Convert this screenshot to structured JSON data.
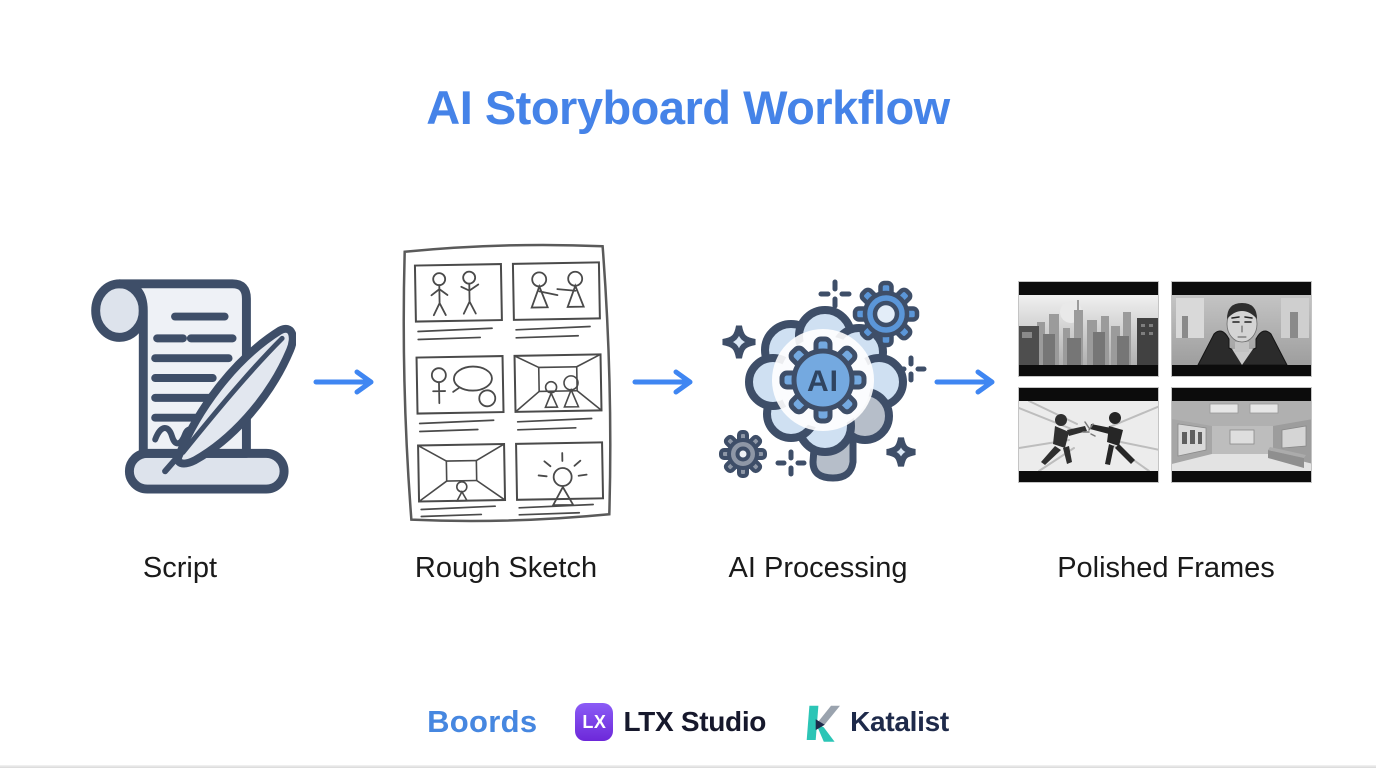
{
  "title": "AI Storyboard Workflow",
  "stages": [
    {
      "label": "Script",
      "icon": "script-scroll-quill-icon"
    },
    {
      "label": "Rough Sketch",
      "icon": "storyboard-sketch-icon"
    },
    {
      "label": "AI Processing",
      "icon": "ai-brain-gears-icon",
      "badge": "AI"
    },
    {
      "label": "Polished Frames",
      "icon": "polished-frames-icon",
      "frames": [
        "city-skyline-frame",
        "character-closeup-frame",
        "action-fight-frame",
        "interior-room-frame"
      ]
    }
  ],
  "footer": {
    "boords": "Boords",
    "ltx_icon_text": "LX",
    "ltx_name": "LTX Studio",
    "katalist_name": "Katalist"
  },
  "colors": {
    "title_blue": "#4583e8",
    "arrow_blue": "#3f86f2",
    "boords_blue": "#4687e0",
    "ltx_purple": "#6d28d9",
    "katalist_teal": "#2cc5b6",
    "katalist_navy": "#1e2a4a",
    "icon_outline_navy": "#3e4e68",
    "label_text": "#1a1a1a"
  }
}
